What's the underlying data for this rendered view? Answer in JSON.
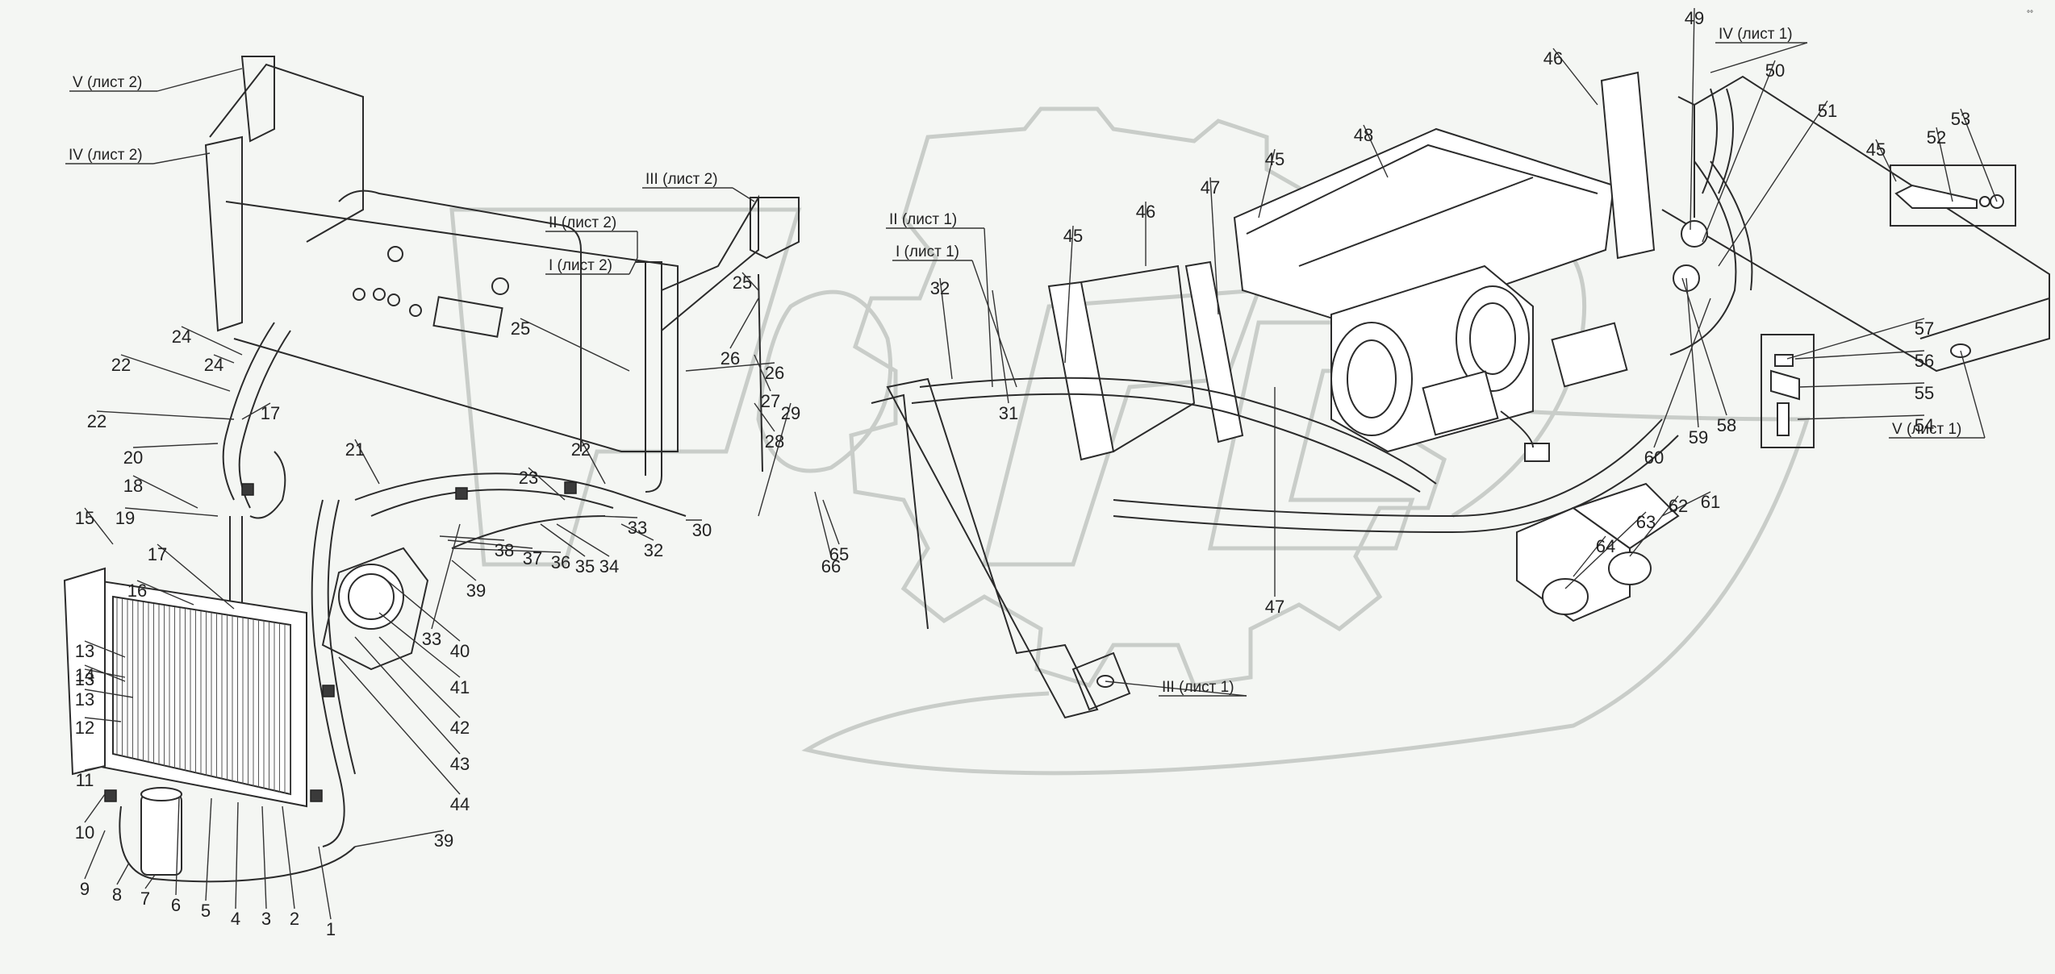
{
  "diagram": {
    "callouts": [
      "1",
      "2",
      "3",
      "4",
      "5",
      "6",
      "7",
      "8",
      "9",
      "10",
      "11",
      "12",
      "13",
      "13",
      "13",
      "14",
      "15",
      "16",
      "17",
      "17",
      "18",
      "19",
      "20",
      "21",
      "22",
      "22",
      "22",
      "23",
      "24",
      "24",
      "25",
      "25",
      "26",
      "26",
      "27",
      "28",
      "29",
      "30",
      "31",
      "32",
      "32",
      "33",
      "33",
      "34",
      "35",
      "36",
      "37",
      "38",
      "39",
      "39",
      "40",
      "41",
      "42",
      "43",
      "44",
      "45",
      "45",
      "45",
      "46",
      "46",
      "47",
      "47",
      "48",
      "49",
      "50",
      "51",
      "52",
      "53",
      "54",
      "55",
      "56",
      "57",
      "58",
      "59",
      "60",
      "61",
      "62",
      "63",
      "64",
      "65",
      "66"
    ],
    "sheet_refs": [
      "V (лист 2)",
      "IV (лист 2)",
      "III (лист 2)",
      "II (лист 2)",
      "I (лист 2)",
      "II (лист 1)",
      "I (лист 1)",
      "IV (лист 1)",
      "V (лист 1)",
      "III (лист 1)"
    ]
  },
  "colors": {
    "background": "#f4f6f3",
    "line": "#2b2b2b",
    "watermark": "#c9cdc9"
  }
}
